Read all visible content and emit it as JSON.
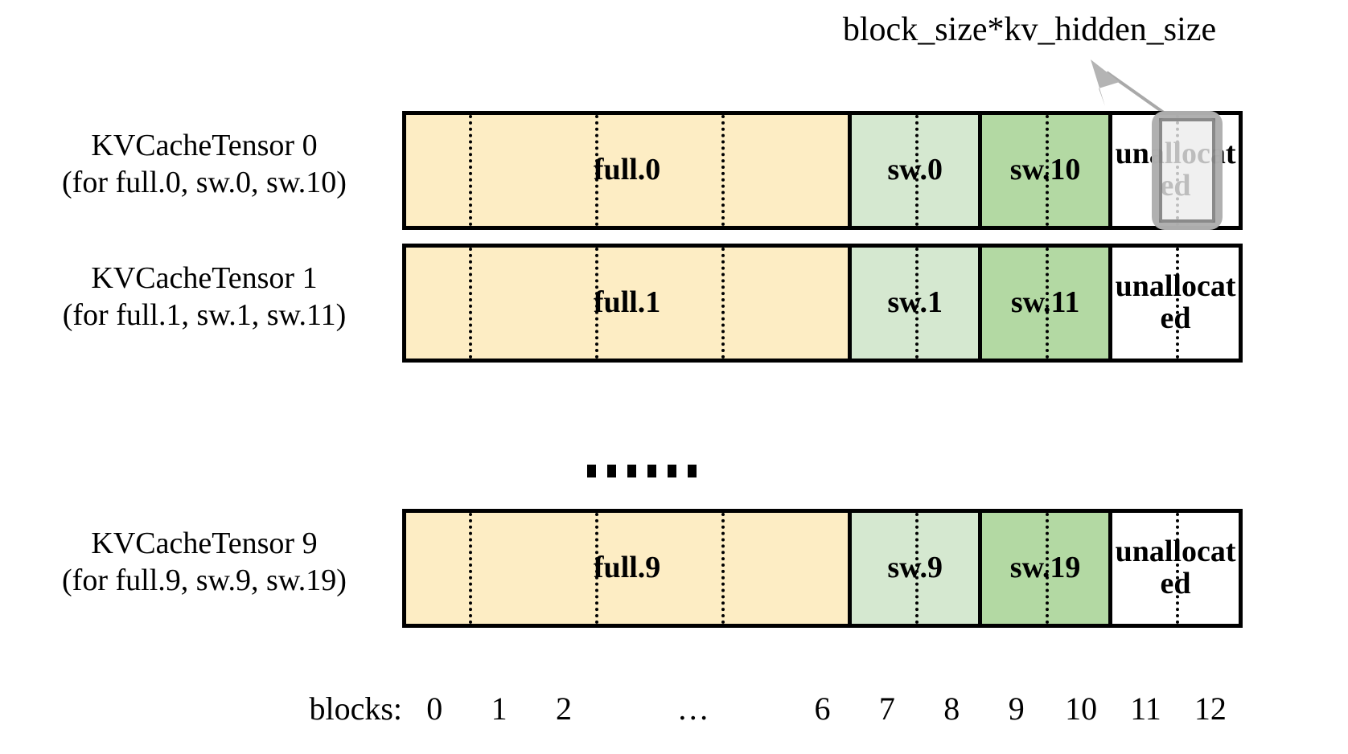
{
  "annotation": {
    "text": "block_size*kv_hidden_size",
    "arrow_icon": "arrow-up-left-icon"
  },
  "axis": {
    "title": "blocks:",
    "ticks": [
      "0",
      "1",
      "2",
      "…",
      "6",
      "7",
      "8",
      "9",
      "10",
      "11",
      "12"
    ]
  },
  "ellipsis": {
    "dot_count": 6
  },
  "colors": {
    "full": "#fdedc4",
    "sw_light": "#d5e8d0",
    "sw_dark": "#b3d9a3",
    "unallocated": "#ffffff",
    "border": "#000000",
    "highlight_border": "#aaaaaa",
    "highlight_fill": "#ececec"
  },
  "rows": [
    {
      "label_line1": "KVCacheTensor 0",
      "label_line2": "(for full.0, sw.0, sw.10)",
      "segments": [
        {
          "label": "full.0",
          "color_key": "full",
          "blocks": 7,
          "dividers": 4
        },
        {
          "label": "sw.0",
          "color_key": "sw_light",
          "blocks": 2,
          "dividers": 1
        },
        {
          "label": "sw.10",
          "color_key": "sw_dark",
          "blocks": 2,
          "dividers": 1
        },
        {
          "label": "unallocated",
          "color_key": "unallocated",
          "blocks": 2,
          "dividers": 1
        }
      ]
    },
    {
      "label_line1": "KVCacheTensor 1",
      "label_line2": "(for full.1, sw.1, sw.11)",
      "segments": [
        {
          "label": "full.1",
          "color_key": "full",
          "blocks": 7,
          "dividers": 4
        },
        {
          "label": "sw.1",
          "color_key": "sw_light",
          "blocks": 2,
          "dividers": 1
        },
        {
          "label": "sw.11",
          "color_key": "sw_dark",
          "blocks": 2,
          "dividers": 1
        },
        {
          "label": "unallocated",
          "color_key": "unallocated",
          "blocks": 2,
          "dividers": 1
        }
      ]
    },
    {
      "label_line1": "KVCacheTensor 9",
      "label_line2": "(for full.9, sw.9, sw.19)",
      "segments": [
        {
          "label": "full.9",
          "color_key": "full",
          "blocks": 7,
          "dividers": 4
        },
        {
          "label": "sw.9",
          "color_key": "sw_light",
          "blocks": 2,
          "dividers": 1
        },
        {
          "label": "sw.19",
          "color_key": "sw_dark",
          "blocks": 2,
          "dividers": 1
        },
        {
          "label": "unallocated",
          "color_key": "unallocated",
          "blocks": 2,
          "dividers": 1
        }
      ]
    }
  ]
}
